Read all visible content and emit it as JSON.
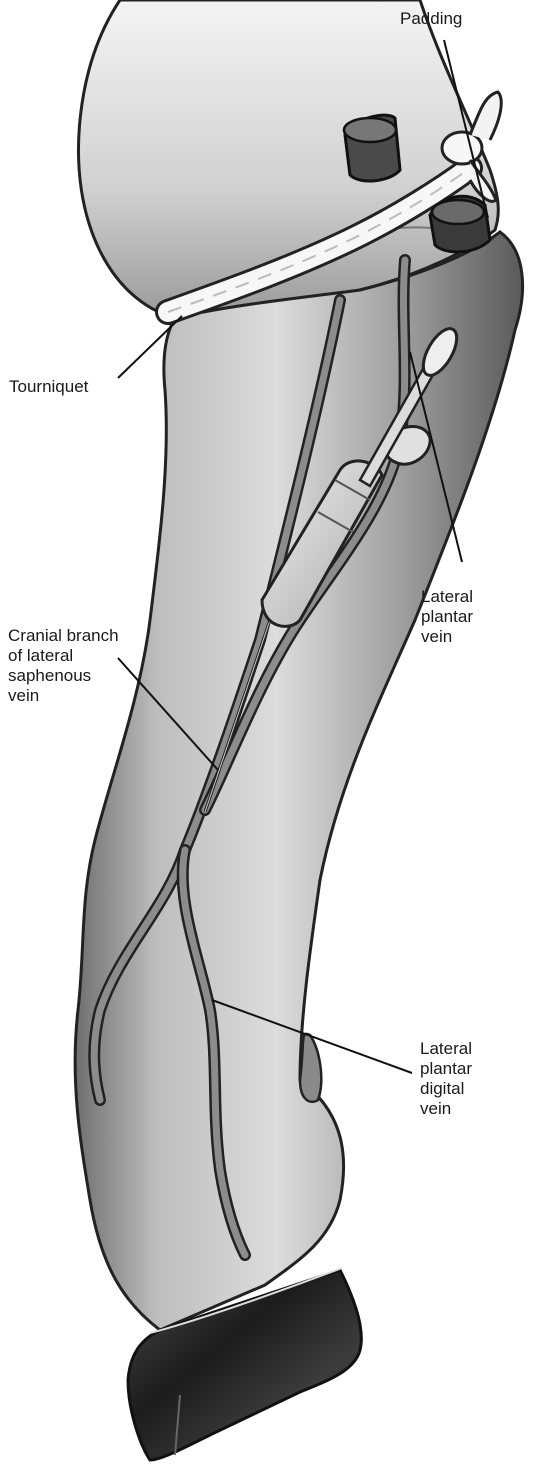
{
  "figure": {
    "labels": {
      "padding": "Padding",
      "tourniquet": "Tourniquet",
      "lateral_plantar_vein": [
        "Lateral",
        "plantar",
        "vein"
      ],
      "cranial_branch": [
        "Cranial branch",
        "of lateral",
        "saphenous",
        "vein"
      ],
      "lateral_plantar_digital_vein": [
        "Lateral",
        "plantar",
        "digital",
        "vein"
      ]
    }
  }
}
